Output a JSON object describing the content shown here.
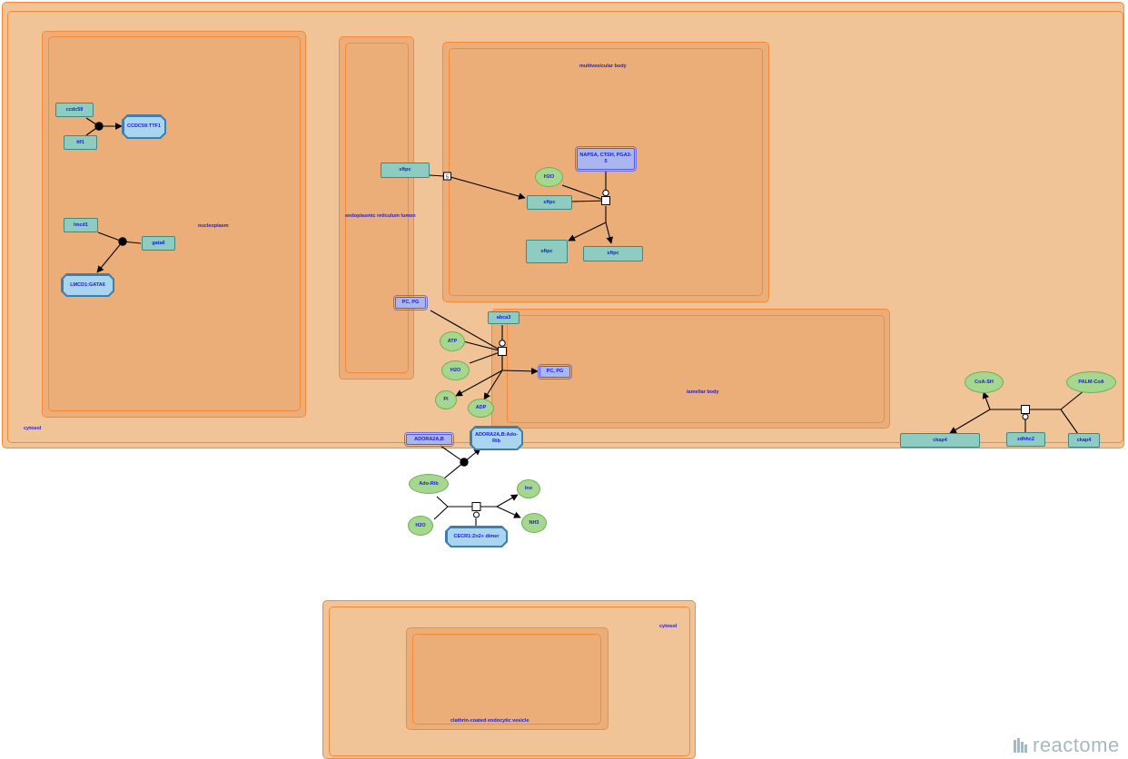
{
  "compartments": {
    "cytosol_main": "cytosol",
    "nucleoplasm": "nucleoplasm",
    "er_lumen": "endoplasmic reticulum lumen",
    "mvb": "multivesicular body",
    "lamellar": "lamellar body",
    "cytosol_lower": "cytosol",
    "ccv": "clathrin-coated endocytic vesicle"
  },
  "nodes": {
    "ccdc59": "ccdc59",
    "ttf1": "ttf1",
    "ccdc59_ttf1": "CCDC59:TTF1",
    "lmcd1": "lmcd1",
    "gata6": "gata6",
    "lmcd1_gata6": "LMCD1:GATA6",
    "sftpc_er": "sftpc",
    "h2o_mvb": "H2O",
    "napsa": "NAPSA, CTSH, PGA3-5",
    "sftpc_mvb": "sftpc",
    "sftpc_out1": "sftpc",
    "sftpc_out2": "sftpc",
    "pcpg_in": "PC, PG",
    "abca3": "abca3",
    "atp": "ATP",
    "h2o_abca": "H2O",
    "pcpg_out": "PC, PG",
    "pi": "Pi",
    "adp": "ADP",
    "coash": "CoA-SH",
    "palmcoa": "PALM-CoA",
    "ckap4_left": "ckap4",
    "zdhhc2": "zdhhc2",
    "ckap4_right": "ckap4",
    "adora2ab": "ADORA2A,B",
    "adora_complex": "ADORA2A,B:Ado-Rib",
    "adorib": "Ado-Rib",
    "ino": "Ino",
    "h2o_cecr": "H2O",
    "nh3": "NH3",
    "cecr1": "CECR1:Zn2+ dimer"
  },
  "markers": {
    "translocation_label": "5"
  },
  "brand": {
    "logo_text": "reactome"
  },
  "colors": {
    "compartment_outer": "#f0c497",
    "compartment_inner": "#ecae78",
    "compartment_border": "#f6893a",
    "gene_fill": "#8ecbc0",
    "complex_fill": "#a9d5ee",
    "set_fill": "#aab6ee",
    "chemical_fill": "#a6d78e",
    "label_text": "#1a1adf"
  }
}
